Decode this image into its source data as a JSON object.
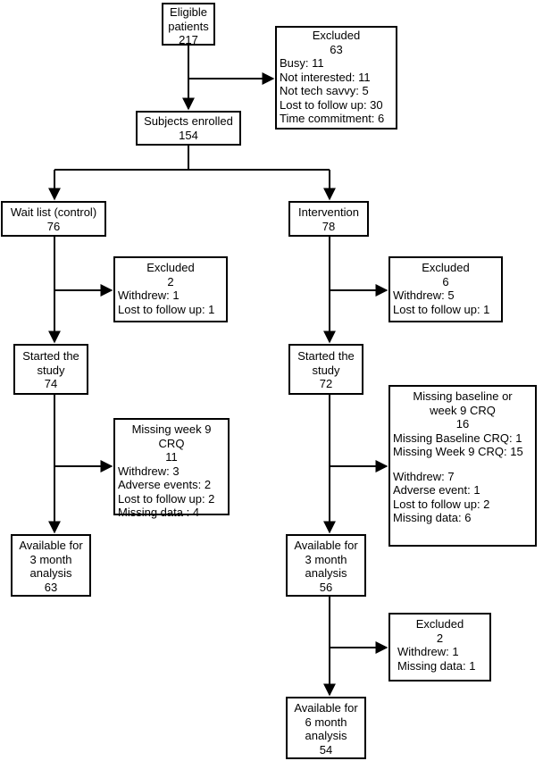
{
  "eligible": {
    "label_line1": "Eligible",
    "label_line2": "patients",
    "count": "217"
  },
  "excluded_enroll": {
    "title": "Excluded",
    "count": "63",
    "items": [
      "Busy: 11",
      "Not interested: 11",
      "Not tech savvy: 5",
      "Lost to follow up: 30",
      "Time commitment: 6"
    ]
  },
  "enrolled": {
    "label": "Subjects enrolled",
    "count": "154"
  },
  "control": {
    "arm": {
      "label": "Wait list (control)",
      "count": "76"
    },
    "excluded": {
      "title": "Excluded",
      "count": "2",
      "items": [
        "Withdrew: 1",
        "Lost to follow up: 1"
      ]
    },
    "started": {
      "line1": "Started the",
      "line2": "study",
      "count": "74"
    },
    "missing": {
      "title": "Missing week 9 CRQ",
      "count": "11",
      "items": [
        "Withdrew: 3",
        "Adverse events: 2",
        "Lost to follow up: 2",
        "Missing data : 4"
      ]
    },
    "available3": {
      "line1": "Available for",
      "line2": "3 month",
      "line3": "analysis",
      "count": "63"
    }
  },
  "intervention": {
    "arm": {
      "label": "Intervention",
      "count": "78"
    },
    "excluded": {
      "title": "Excluded",
      "count": "6",
      "items": [
        "Withdrew: 5",
        "Lost to follow up: 1"
      ]
    },
    "started": {
      "line1": "Started the",
      "line2": "study",
      "count": "72"
    },
    "missing": {
      "title_line1": "Missing baseline or",
      "title_line2": "week 9 CRQ",
      "count": "16",
      "items_a": [
        "Missing Baseline CRQ: 1",
        "Missing Week 9 CRQ: 15"
      ],
      "items_b": [
        "Withdrew: 7",
        "Adverse event: 1",
        "Lost to follow up: 2",
        "Missing data: 6"
      ]
    },
    "available3": {
      "line1": "Available for",
      "line2": "3 month",
      "line3": "analysis",
      "count": "56"
    },
    "excluded6": {
      "title": "Excluded",
      "count": "2",
      "items": [
        "Withdrew: 1",
        "Missing data: 1"
      ]
    },
    "available6": {
      "line1": "Available for",
      "line2": "6 month",
      "line3": "analysis",
      "count": "54"
    }
  }
}
